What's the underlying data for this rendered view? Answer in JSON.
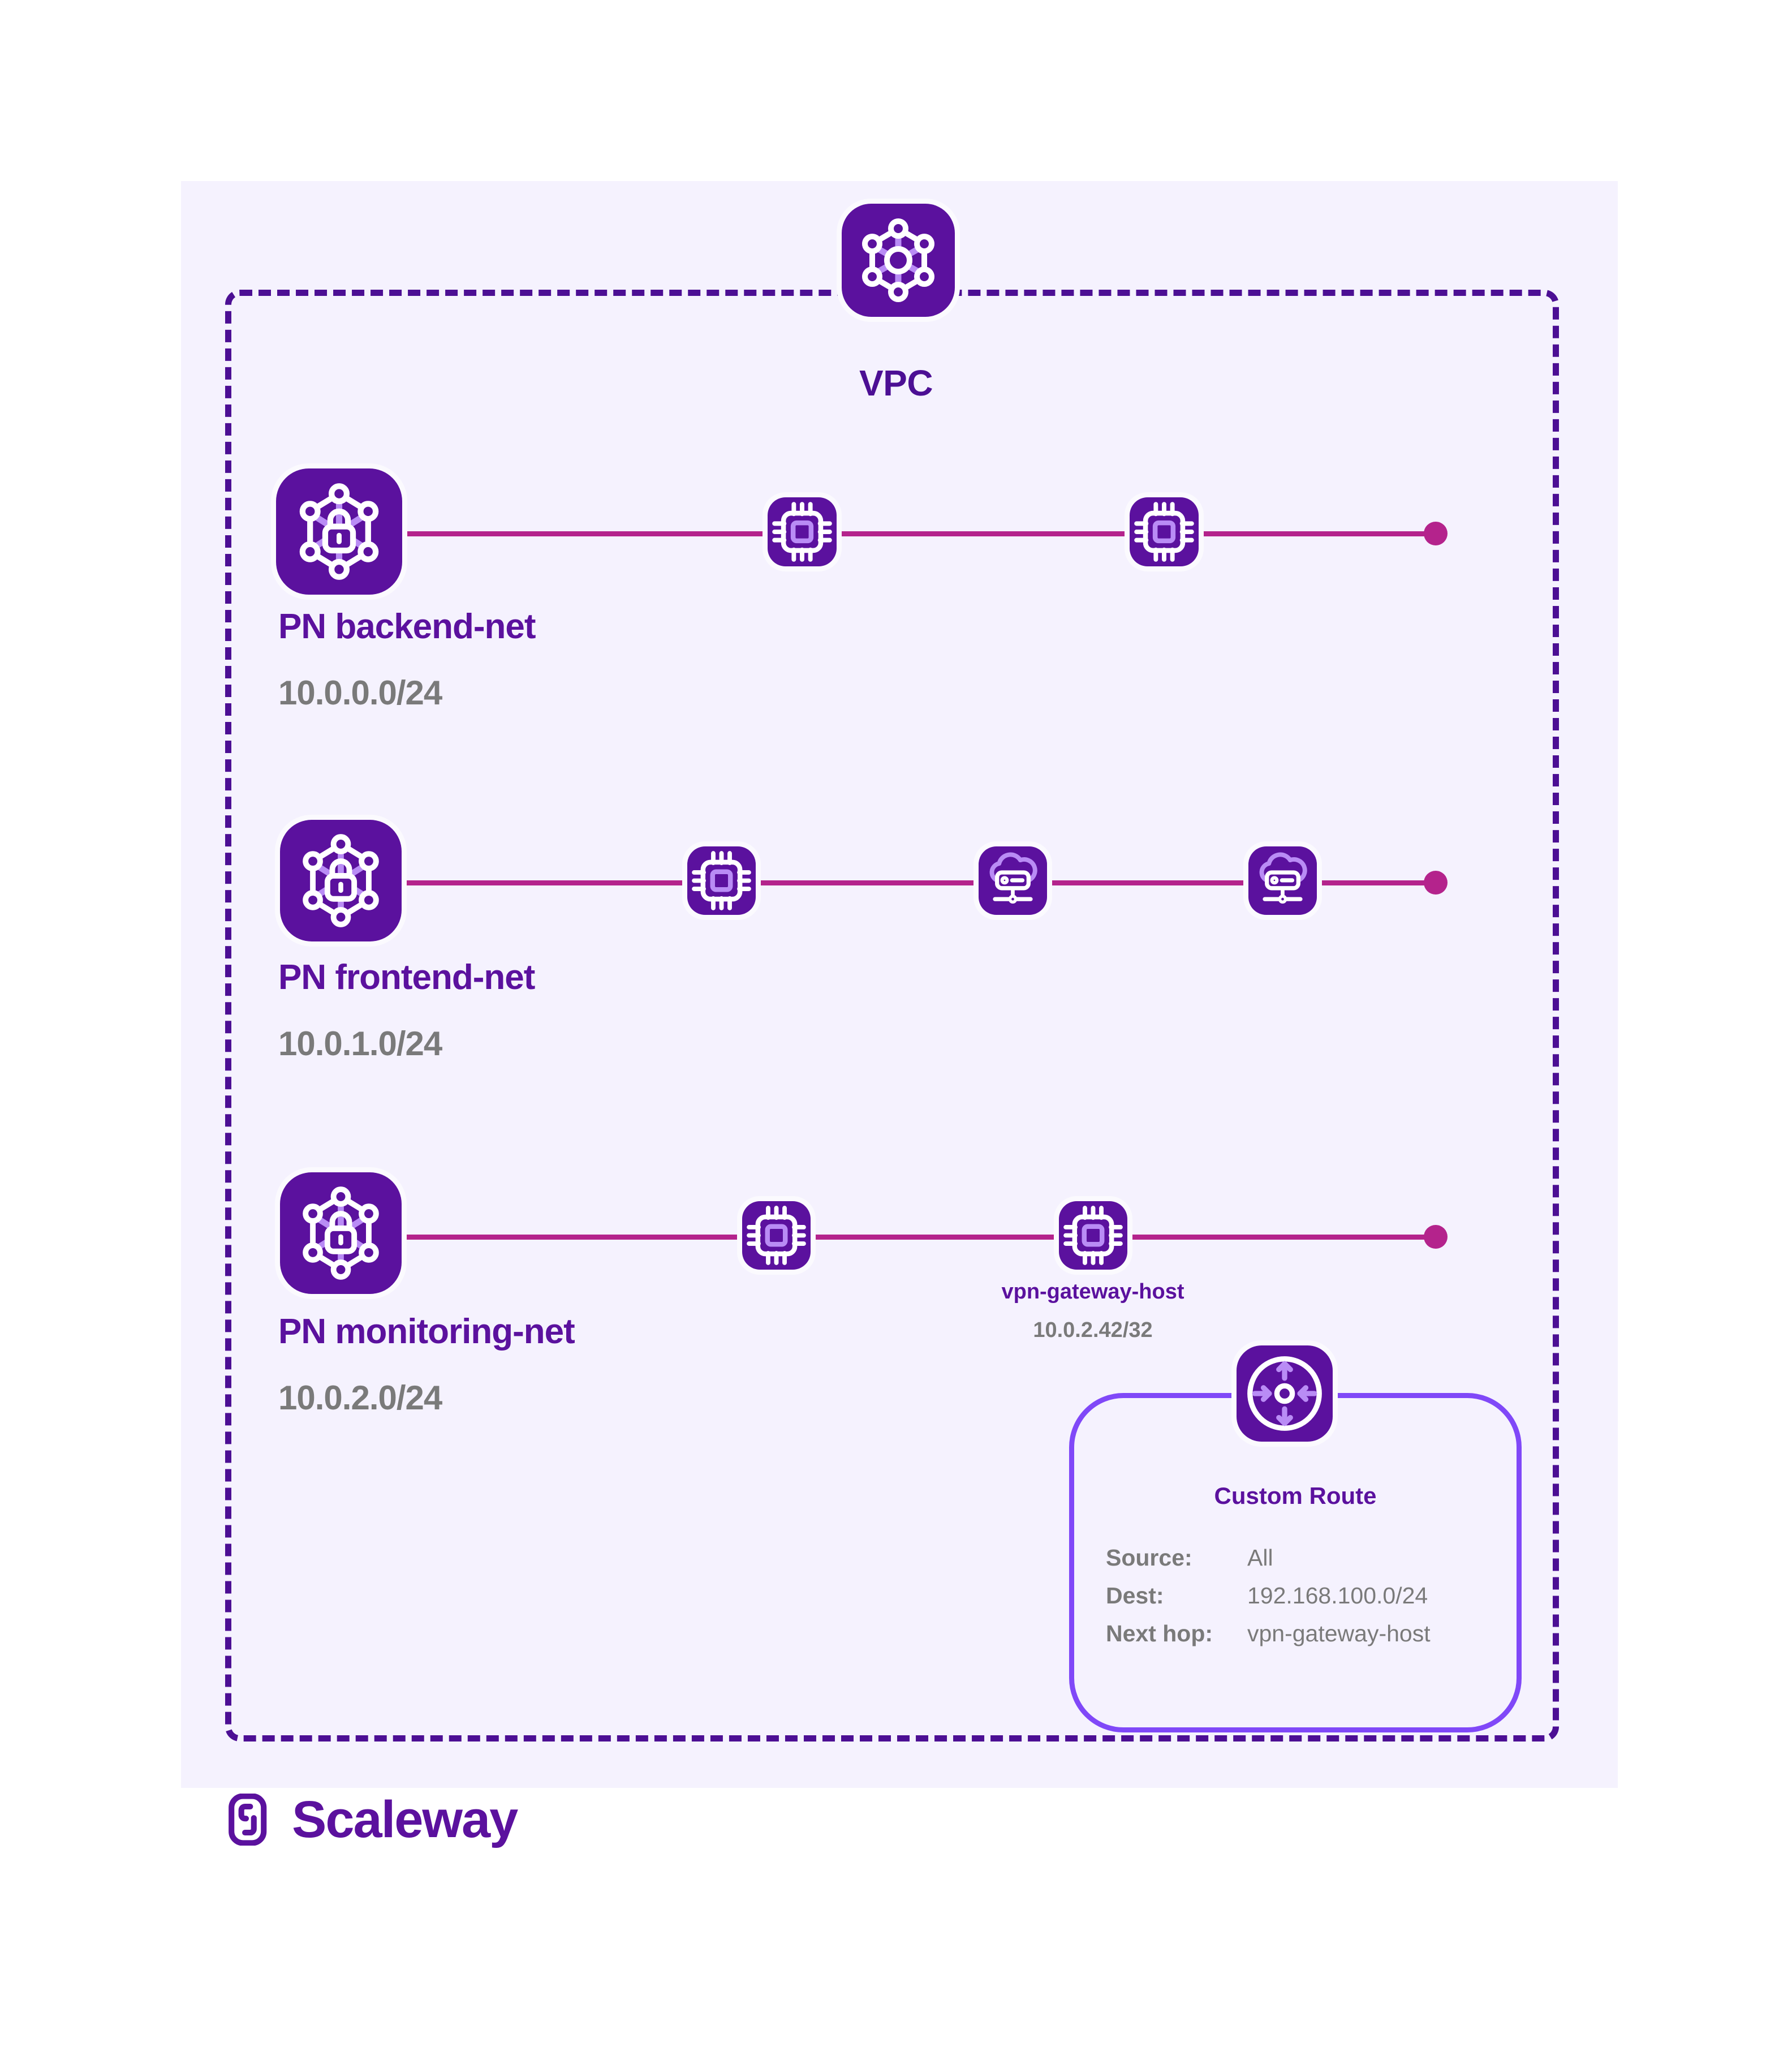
{
  "diagram": {
    "vpc_label": "VPC",
    "vpc_icon": "vpc-network-hexagon-icon",
    "colors": {
      "panel_bg": "#F5F2FE",
      "tile_purple": "#5B119E",
      "deep_purple": "#4C0F94",
      "wire_magenta": "#B4238C",
      "route_violet": "#8048F8",
      "grey_text": "#7A7A7A",
      "icon_accent": "#B98CF5"
    },
    "networks": [
      {
        "name": "PN backend-net",
        "cidr": "10.0.0.0/24",
        "icon": "private-network-lock-icon",
        "resources": [
          {
            "icon": "cpu-chip-icon",
            "label": "",
            "cidr": ""
          },
          {
            "icon": "cpu-chip-icon",
            "label": "",
            "cidr": ""
          }
        ]
      },
      {
        "name": "PN frontend-net",
        "cidr": "10.0.1.0/24",
        "icon": "private-network-lock-icon",
        "resources": [
          {
            "icon": "cpu-chip-icon",
            "label": "",
            "cidr": ""
          },
          {
            "icon": "cloud-server-icon",
            "label": "",
            "cidr": ""
          },
          {
            "icon": "cloud-server-icon",
            "label": "",
            "cidr": ""
          }
        ]
      },
      {
        "name": "PN monitoring-net",
        "cidr": "10.0.2.0/24",
        "icon": "private-network-lock-icon",
        "resources": [
          {
            "icon": "cpu-chip-icon",
            "label": "",
            "cidr": ""
          },
          {
            "icon": "cpu-chip-icon",
            "label": "vpn-gateway-host",
            "cidr": "10.0.2.42/32"
          }
        ]
      }
    ],
    "custom_route": {
      "title": "Custom Route",
      "icon": "route-arrows-icon",
      "rows": [
        {
          "key": "Source:",
          "value": "All"
        },
        {
          "key": "Dest:",
          "value": "192.168.100.0/24"
        },
        {
          "key": "Next hop:",
          "value": "vpn-gateway-host"
        }
      ]
    },
    "brand": {
      "name": "Scaleway",
      "logo_icon": "scaleway-logo-mark"
    }
  }
}
